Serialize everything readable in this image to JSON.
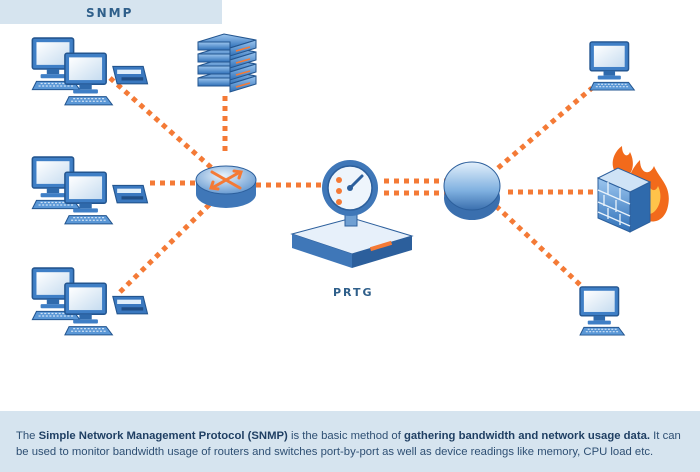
{
  "tab": {
    "label": "SNMP"
  },
  "center": {
    "label": "PRTG"
  },
  "caption": {
    "p1": "The ",
    "b1": "Simple Network Management Protocol (SNMP)",
    "p2": " is the basic method of ",
    "b2": "gathering bandwidth and network usage data.",
    "p3": " It can be used to monitor bandwidth usage of routers and switches port-by-port as well as device readings like memory, CPU load etc."
  },
  "colors": {
    "link": "#f47a36",
    "device": "#4a8fd4",
    "device_dark": "#2a5c9a",
    "background": "#d6e4ef",
    "flame": "#f26a1b"
  },
  "icons": [
    "workstation-icon",
    "server-stack-icon",
    "router-icon",
    "prtg-probe-icon",
    "switch-icon",
    "computer-icon",
    "firewall-icon"
  ]
}
